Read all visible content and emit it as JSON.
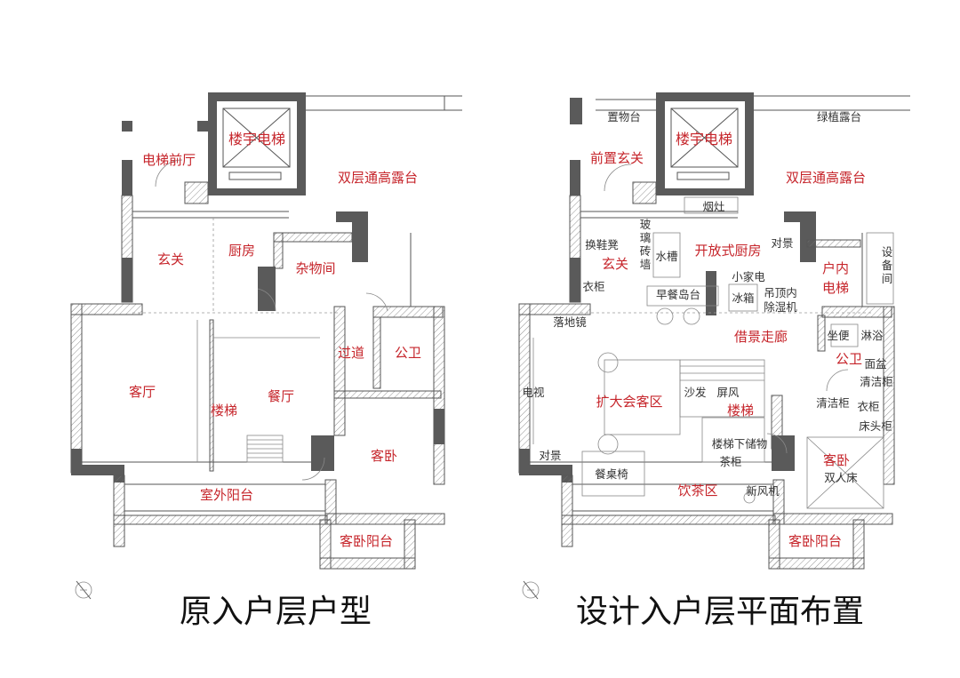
{
  "left_plan": {
    "caption": "原入户层户型",
    "rooms": {
      "elevator_hall": "电梯前厅",
      "building_elevator": "楼宇电梯",
      "terrace": "双层通高露台",
      "foyer": "玄关",
      "kitchen": "厨房",
      "storage": "杂物间",
      "corridor": "过道",
      "public_wc": "公卫",
      "living": "客厅",
      "stairs": "楼梯",
      "dining": "餐厅",
      "guest_bedroom": "客卧",
      "outdoor_balcony": "室外阳台",
      "guest_balcony": "客卧阳台"
    }
  },
  "right_plan": {
    "caption": "设计入户层平面布置",
    "rooms": {
      "shelf": "置物台",
      "front_foyer": "前置玄关",
      "building_elevator": "楼宇电梯",
      "planting_terrace": "绿植露台",
      "terrace": "双层通高露台",
      "range_hood": "烟灶",
      "glass_brick_1": "玻",
      "glass_brick_2": "璃",
      "glass_brick_3": "砖",
      "glass_brick_4": "墙",
      "shoe_bench": "换鞋凳",
      "foyer": "玄关",
      "sink": "水槽",
      "open_kitchen": "开放式厨房",
      "view_1": "对景",
      "home_elevator_1": "户内",
      "home_elevator_2": "电梯",
      "equipment_1": "设",
      "equipment_2": "备",
      "equipment_3": "间",
      "wardrobe": "衣柜",
      "breakfast_island": "早餐岛台",
      "small_appliance": "小家电",
      "fridge": "冰箱",
      "ceiling_dehumid_1": "吊顶内",
      "ceiling_dehumid_2": "除湿机",
      "mirror": "落地镜",
      "view_corridor": "借景走廊",
      "toilet": "坐便",
      "shower": "淋浴",
      "public_wc": "公卫",
      "basin": "面盆",
      "cleaning_cabinet_1": "清洁柜",
      "tv": "电视",
      "reception": "扩大会客区",
      "sofa": "沙发",
      "screen": "屏风",
      "stairs": "楼梯",
      "cleaning_cabinet_2": "清洁柜",
      "wardrobe_2": "衣柜",
      "nightstand": "床头柜",
      "view_2": "对景",
      "under_stair_storage": "楼梯下储物",
      "tea_cabinet": "茶柜",
      "guest_bedroom": "客卧",
      "double_bed": "双人床",
      "dining_set": "餐桌椅",
      "tea_area": "饮茶区",
      "fresh_air": "新风机",
      "guest_balcony": "客卧阳台"
    }
  }
}
